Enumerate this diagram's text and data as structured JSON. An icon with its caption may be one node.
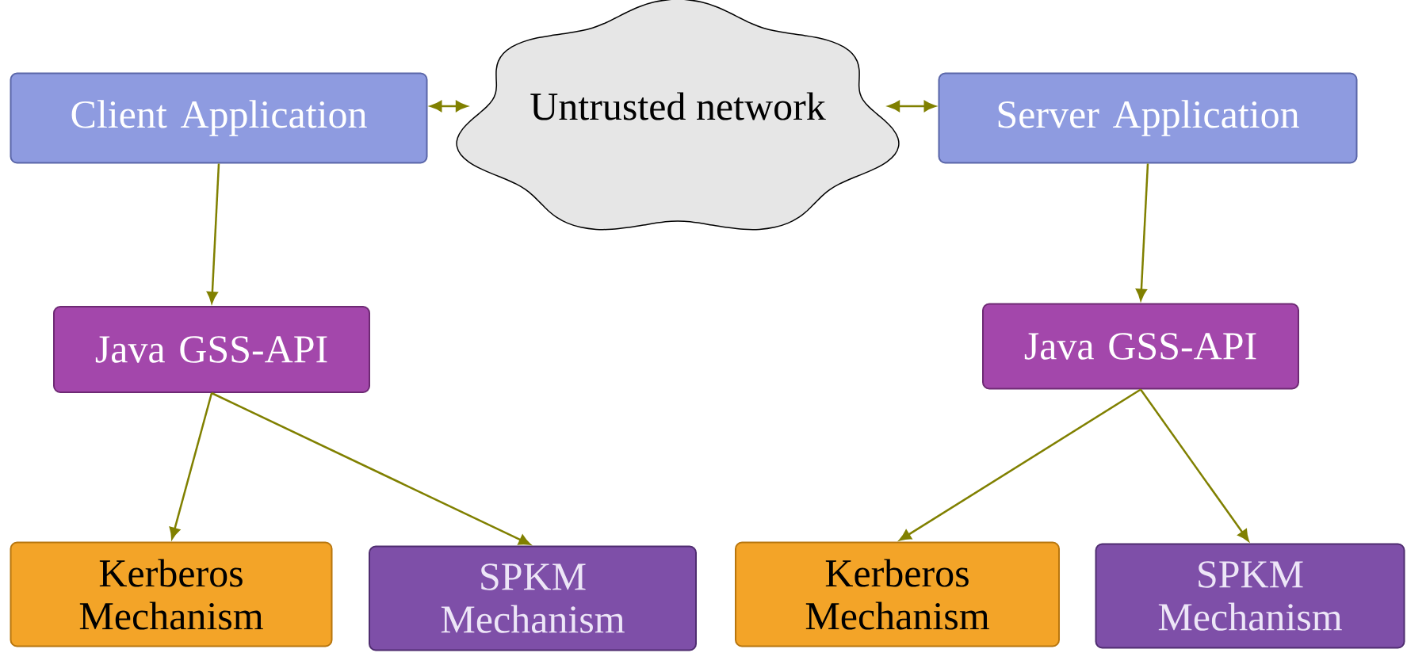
{
  "diagram": {
    "nodes": [
      {
        "text": [
          "Client Application"
        ]
      },
      {
        "text": [
          "Untrusted network"
        ]
      },
      {
        "text": [
          "Server Application"
        ]
      },
      {
        "text": [
          "Java GSS-API"
        ]
      },
      {
        "text": [
          "Java GSS-API"
        ]
      },
      {
        "text": [
          "Kerberos Mechanism"
        ]
      },
      {
        "text": [
          "SPKM Mechanism"
        ]
      },
      {
        "text": [
          "Kerberos Mechanism"
        ]
      },
      {
        "text": [
          "SPKM Mechanism"
        ]
      }
    ],
    "edges": [
      {
        "from": 0,
        "to": 1,
        "arrow": "both"
      },
      {
        "from": 1,
        "to": 2,
        "arrow": "both"
      },
      {
        "from": 0,
        "to": 3,
        "arrow": "to"
      },
      {
        "from": 2,
        "to": 4,
        "arrow": "to"
      },
      {
        "from": 3,
        "to": 5,
        "arrow": "to"
      },
      {
        "from": 3,
        "to": 6,
        "arrow": "to"
      },
      {
        "from": 4,
        "to": 7,
        "arrow": "to"
      },
      {
        "from": 4,
        "to": 8,
        "arrow": "to"
      }
    ]
  }
}
